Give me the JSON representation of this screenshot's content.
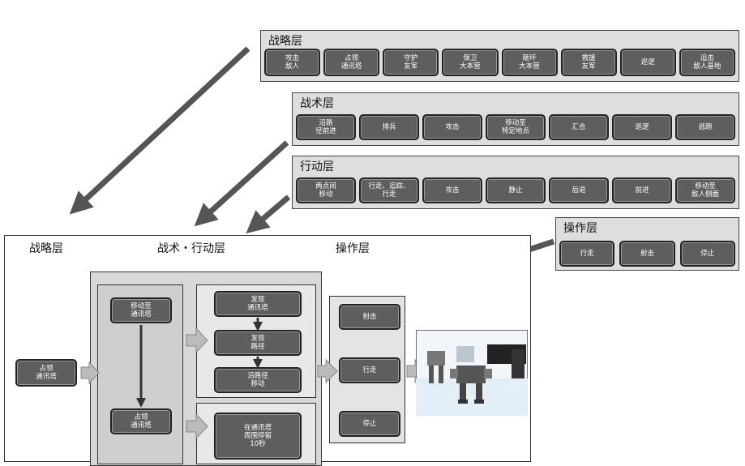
{
  "strategic_layer": {
    "title": "战略层",
    "buttons": [
      "攻击\n敌人",
      "占领\n通讯塔",
      "守护\n友军",
      "保卫\n大本营",
      "砸坏\n大本营",
      "救援\n友军",
      "巡逻",
      "追击\n敌人基地"
    ]
  },
  "tactical_layer": {
    "title": "战术层",
    "buttons": [
      "沿路\n径前进",
      "排兵",
      "攻击",
      "移动至\n特定地点",
      "汇合",
      "巡逻",
      "逃跑"
    ]
  },
  "action_layer": {
    "title": "行动层",
    "buttons": [
      "两点间\n移动",
      "行走、追踪、\n行走",
      "攻击",
      "静止",
      "后退",
      "前进",
      "移动至\n敌人侧面"
    ]
  },
  "operation_layer": {
    "title": "操作层",
    "buttons": [
      "行走",
      "射击",
      "停止"
    ]
  },
  "main_diagram": {
    "section_strategic": "战略层",
    "section_tactical_action": "战术・行动层",
    "section_operation": "操作层",
    "strategic_node": "占领\n通讯塔",
    "tactical_top": "移动至\n通讯塔",
    "tactical_bottom": "占领\n通讯塔",
    "action_top": [
      "发现\n通讯塔",
      "发现\n路径",
      "沿路径\n移动"
    ],
    "action_bottom": "在通讯塔\n周围停留\n10秒",
    "operation_nodes": [
      "射击",
      "行走",
      "停止"
    ]
  },
  "colors": {
    "button_fill": "#5e5e5e",
    "panel_fill": "#dedede",
    "arrow": "#555555"
  }
}
